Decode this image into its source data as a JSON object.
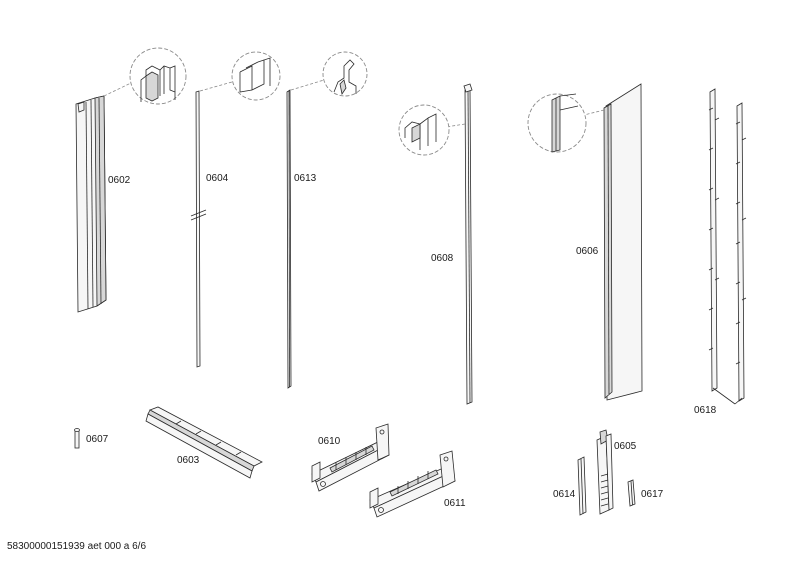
{
  "parts": [
    {
      "id": "p0602",
      "label": "0602"
    },
    {
      "id": "p0604",
      "label": "0604"
    },
    {
      "id": "p0613",
      "label": "0613"
    },
    {
      "id": "p0608",
      "label": "0608"
    },
    {
      "id": "p0606",
      "label": "0606"
    },
    {
      "id": "p0618",
      "label": "0618"
    },
    {
      "id": "p0607",
      "label": "0607"
    },
    {
      "id": "p0603",
      "label": "0603"
    },
    {
      "id": "p0610",
      "label": "0610"
    },
    {
      "id": "p0611",
      "label": "0611"
    },
    {
      "id": "p0605",
      "label": "0605"
    },
    {
      "id": "p0614",
      "label": "0614"
    },
    {
      "id": "p0617",
      "label": "0617"
    }
  ],
  "footer": "58300000151939 aet 000 a 6/6"
}
